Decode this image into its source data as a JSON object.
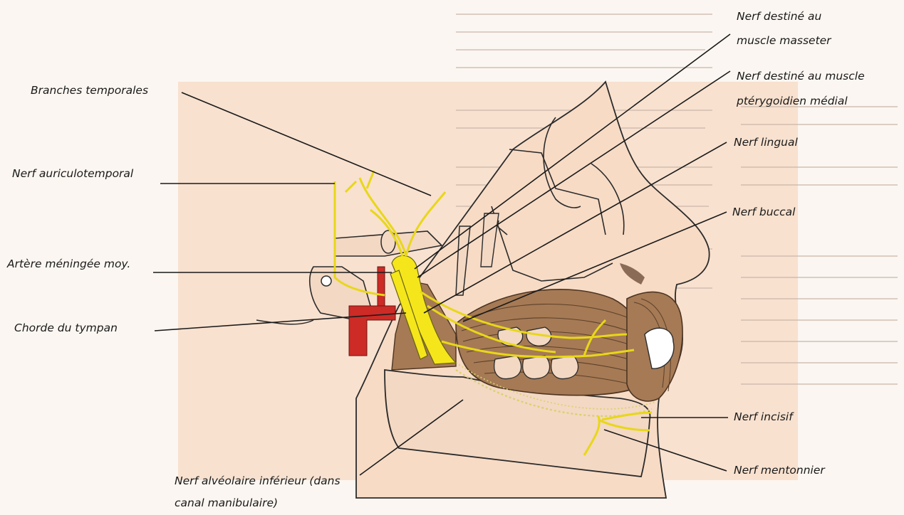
{
  "labels": {
    "branches_temporales": "Branches temporales",
    "nerf_auriculotemporal": "Nerf auriculotemporal",
    "artere_meningee": "Artère méningée moy.",
    "chorde_tympan": "Chorde du tympan",
    "nerf_alveolaire_l1": "Nerf alvéolaire inférieur (dans",
    "nerf_alveolaire_l2": "canal manibulaire)",
    "nerf_masseter_l1": "Nerf destiné au",
    "nerf_masseter_l2": "muscle masseter",
    "nerf_pterygoidien_l1": "Nerf destiné au muscle",
    "nerf_pterygoidien_l2": "ptérygoidien médial",
    "nerf_lingual": "Nerf lingual",
    "nerf_buccal": "Nerf buccal",
    "nerf_incisif": "Nerf incisif",
    "nerf_mentonnier": "Nerf mentonnier"
  },
  "colors": {
    "nerve": "#f5e61c",
    "artery": "#cc2b26",
    "muscle": "#a57a55",
    "skin": "#f7dcc6",
    "bone": "#f3d8c3",
    "leader_line": "#1a1a1a"
  }
}
